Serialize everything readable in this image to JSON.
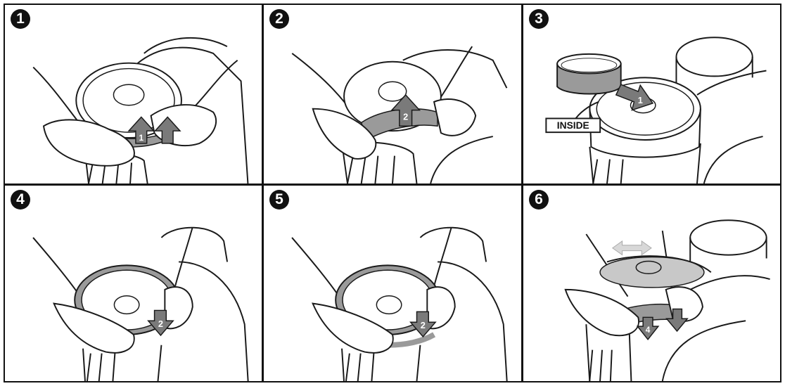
{
  "panels": [
    {
      "step": "1",
      "arrows": [
        "1"
      ]
    },
    {
      "step": "2",
      "arrows": [
        "2"
      ]
    },
    {
      "step": "3",
      "arrows": [
        "1"
      ],
      "callout": "INSIDE"
    },
    {
      "step": "4",
      "arrows": [
        "2"
      ]
    },
    {
      "step": "5",
      "arrows": [
        "2"
      ]
    },
    {
      "step": "6",
      "arrows": [
        "4"
      ]
    }
  ],
  "colors": {
    "line": "#1a1a1a",
    "arrow": "#7a7a7a",
    "band": "#9a9a9a",
    "pale": "#c8c8c8"
  }
}
